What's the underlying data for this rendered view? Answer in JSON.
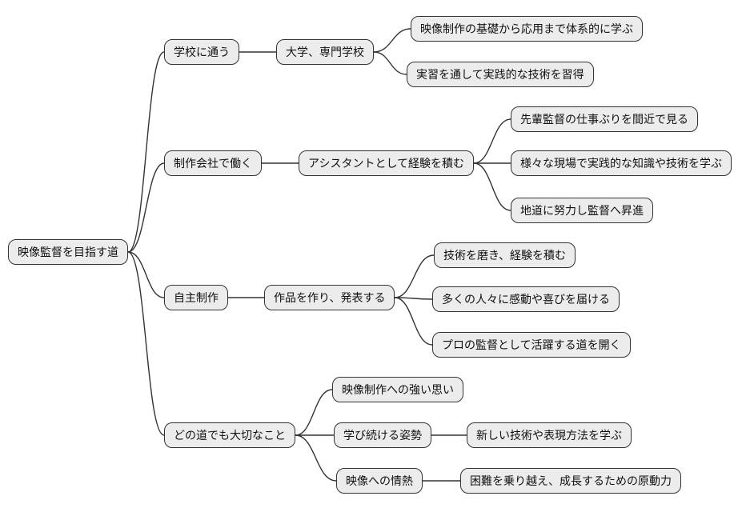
{
  "diagram": {
    "type": "mindmap",
    "root": {
      "label": "映像監督を目指す道"
    },
    "branches": [
      {
        "label": "学校に通う",
        "children": [
          {
            "label": "大学、専門学校",
            "children": [
              {
                "label": "映像制作の基礎から応用まで体系的に学ぶ"
              },
              {
                "label": "実習を通して実践的な技術を習得"
              }
            ]
          }
        ]
      },
      {
        "label": "制作会社で働く",
        "children": [
          {
            "label": "アシスタントとして経験を積む",
            "children": [
              {
                "label": "先輩監督の仕事ぶりを間近で見る"
              },
              {
                "label": "様々な現場で実践的な知識や技術を学ぶ"
              },
              {
                "label": "地道に努力し監督へ昇進"
              }
            ]
          }
        ]
      },
      {
        "label": "自主制作",
        "children": [
          {
            "label": "作品を作り、発表する",
            "children": [
              {
                "label": "技術を磨き、経験を積む"
              },
              {
                "label": "多くの人々に感動や喜びを届ける"
              },
              {
                "label": "プロの監督として活躍する道を開く"
              }
            ]
          }
        ]
      },
      {
        "label": "どの道でも大切なこと",
        "children": [
          {
            "label": "映像制作への強い思い"
          },
          {
            "label": "学び続ける姿勢",
            "children": [
              {
                "label": "新しい技術や表現方法を学ぶ"
              }
            ]
          },
          {
            "label": "映像への情熱",
            "children": [
              {
                "label": "困難を乗り越え、成長するための原動力"
              }
            ]
          }
        ]
      }
    ],
    "colors": {
      "node_fill": "#ececec",
      "node_border": "#333333",
      "edge": "#333333",
      "text": "#111111",
      "background": "#ffffff"
    }
  }
}
